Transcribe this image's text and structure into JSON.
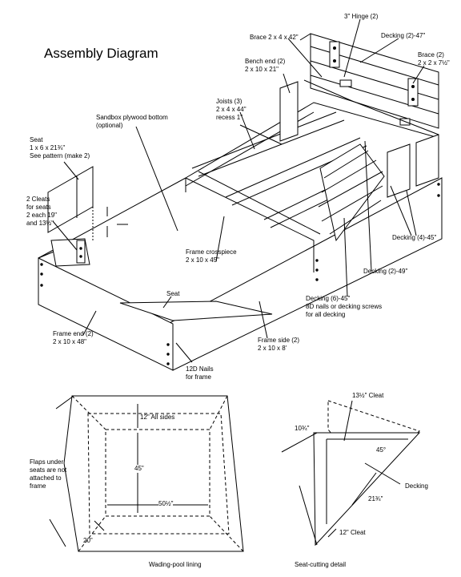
{
  "title": "Assembly Diagram",
  "labels": {
    "hinge": "3\" Hinge (2)",
    "brace_2x4": "Brace 2 x 4 x 42\"",
    "decking_47": "Decking (2)-47\"",
    "bench_end": "Bench end (2)\n2 x 10 x 21\"",
    "brace_2x2": "Brace (2)\n2 x 2 x 7½\"",
    "joists": "Joists (3)\n2 x 4 x 44\"\nrecess 1\"",
    "plywood": "Sandbox plywood bottom\n(optional)",
    "seat_top": "Seat\n1 x 6 x 21¾\"\nSee pattern (make 2)",
    "cleats": "2 Cleats\nfor seats\n2 each 19\"\nand 13½\"",
    "crosspiece": "Frame crosspiece\n2 x 10 x 45\"",
    "decking_45_4": "Decking (4)-45\"",
    "decking_49": "Decking (2)-49\"",
    "decking_45_6": "Decking (6)-45\"\n8D nails or decking screws\nfor all decking",
    "seat": "Seat",
    "frame_end": "Frame end (2)\n2 x 10 x 48\"",
    "frame_side": "Frame side (2)\n2 x 10 x 8'",
    "nails": "12D Nails\nfor frame"
  },
  "pool": {
    "all_sides": "12\" All sides",
    "dim_45": "45\"",
    "dim_50": "50½\"",
    "dim_20": "20\"",
    "flaps": "Flaps under\nseats are not\nattached to\nframe",
    "caption": "Wading-pool lining"
  },
  "seatcut": {
    "cleat_135": "13½\" Cleat",
    "dim_1075": "10¾\"",
    "angle": "45°",
    "decking": "Decking",
    "dim_2175": "21¾\"",
    "cleat_12": "12\" Cleat",
    "caption": "Seat-cutting detail"
  }
}
